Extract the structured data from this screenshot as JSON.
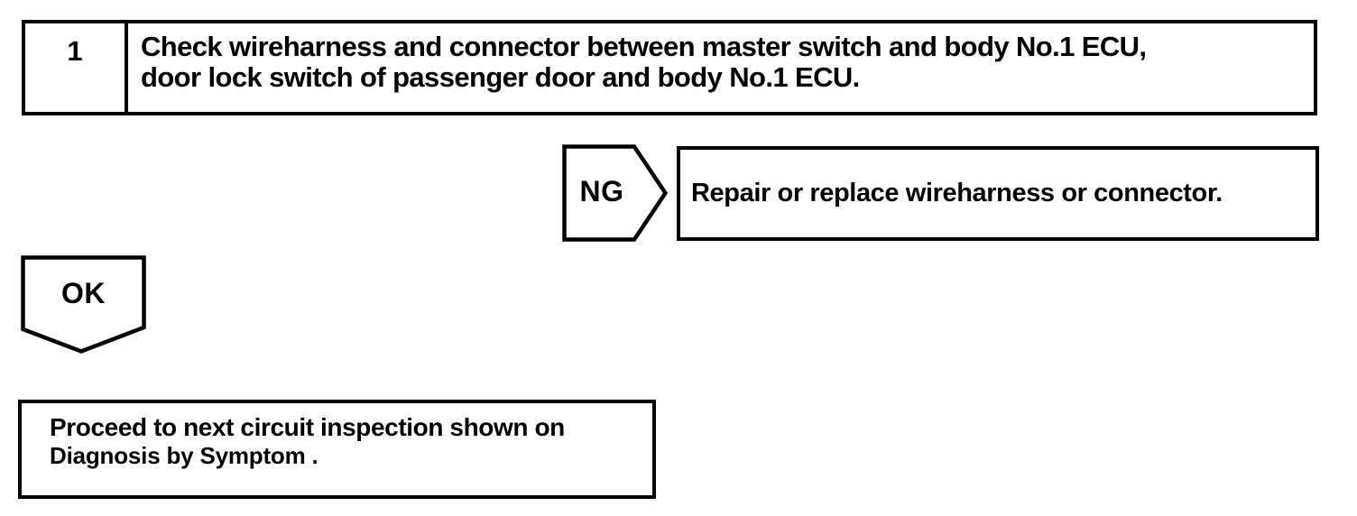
{
  "flowchart": {
    "step_box": {
      "number": "1",
      "instruction_line1": "Check wireharness and connector between master switch and body No.1 ECU,",
      "instruction_line2": "door lock switch of passenger door and body No.1 ECU."
    },
    "ng_branch": {
      "label": "NG",
      "action": "Repair or replace wireharness or connector."
    },
    "ok_branch": {
      "label": "OK",
      "action_line1": "Proceed to next circuit inspection shown on",
      "action_line2": "Diagnosis by Symptom ."
    },
    "colors": {
      "ink": "#000000",
      "paper": "#ffffff"
    }
  }
}
